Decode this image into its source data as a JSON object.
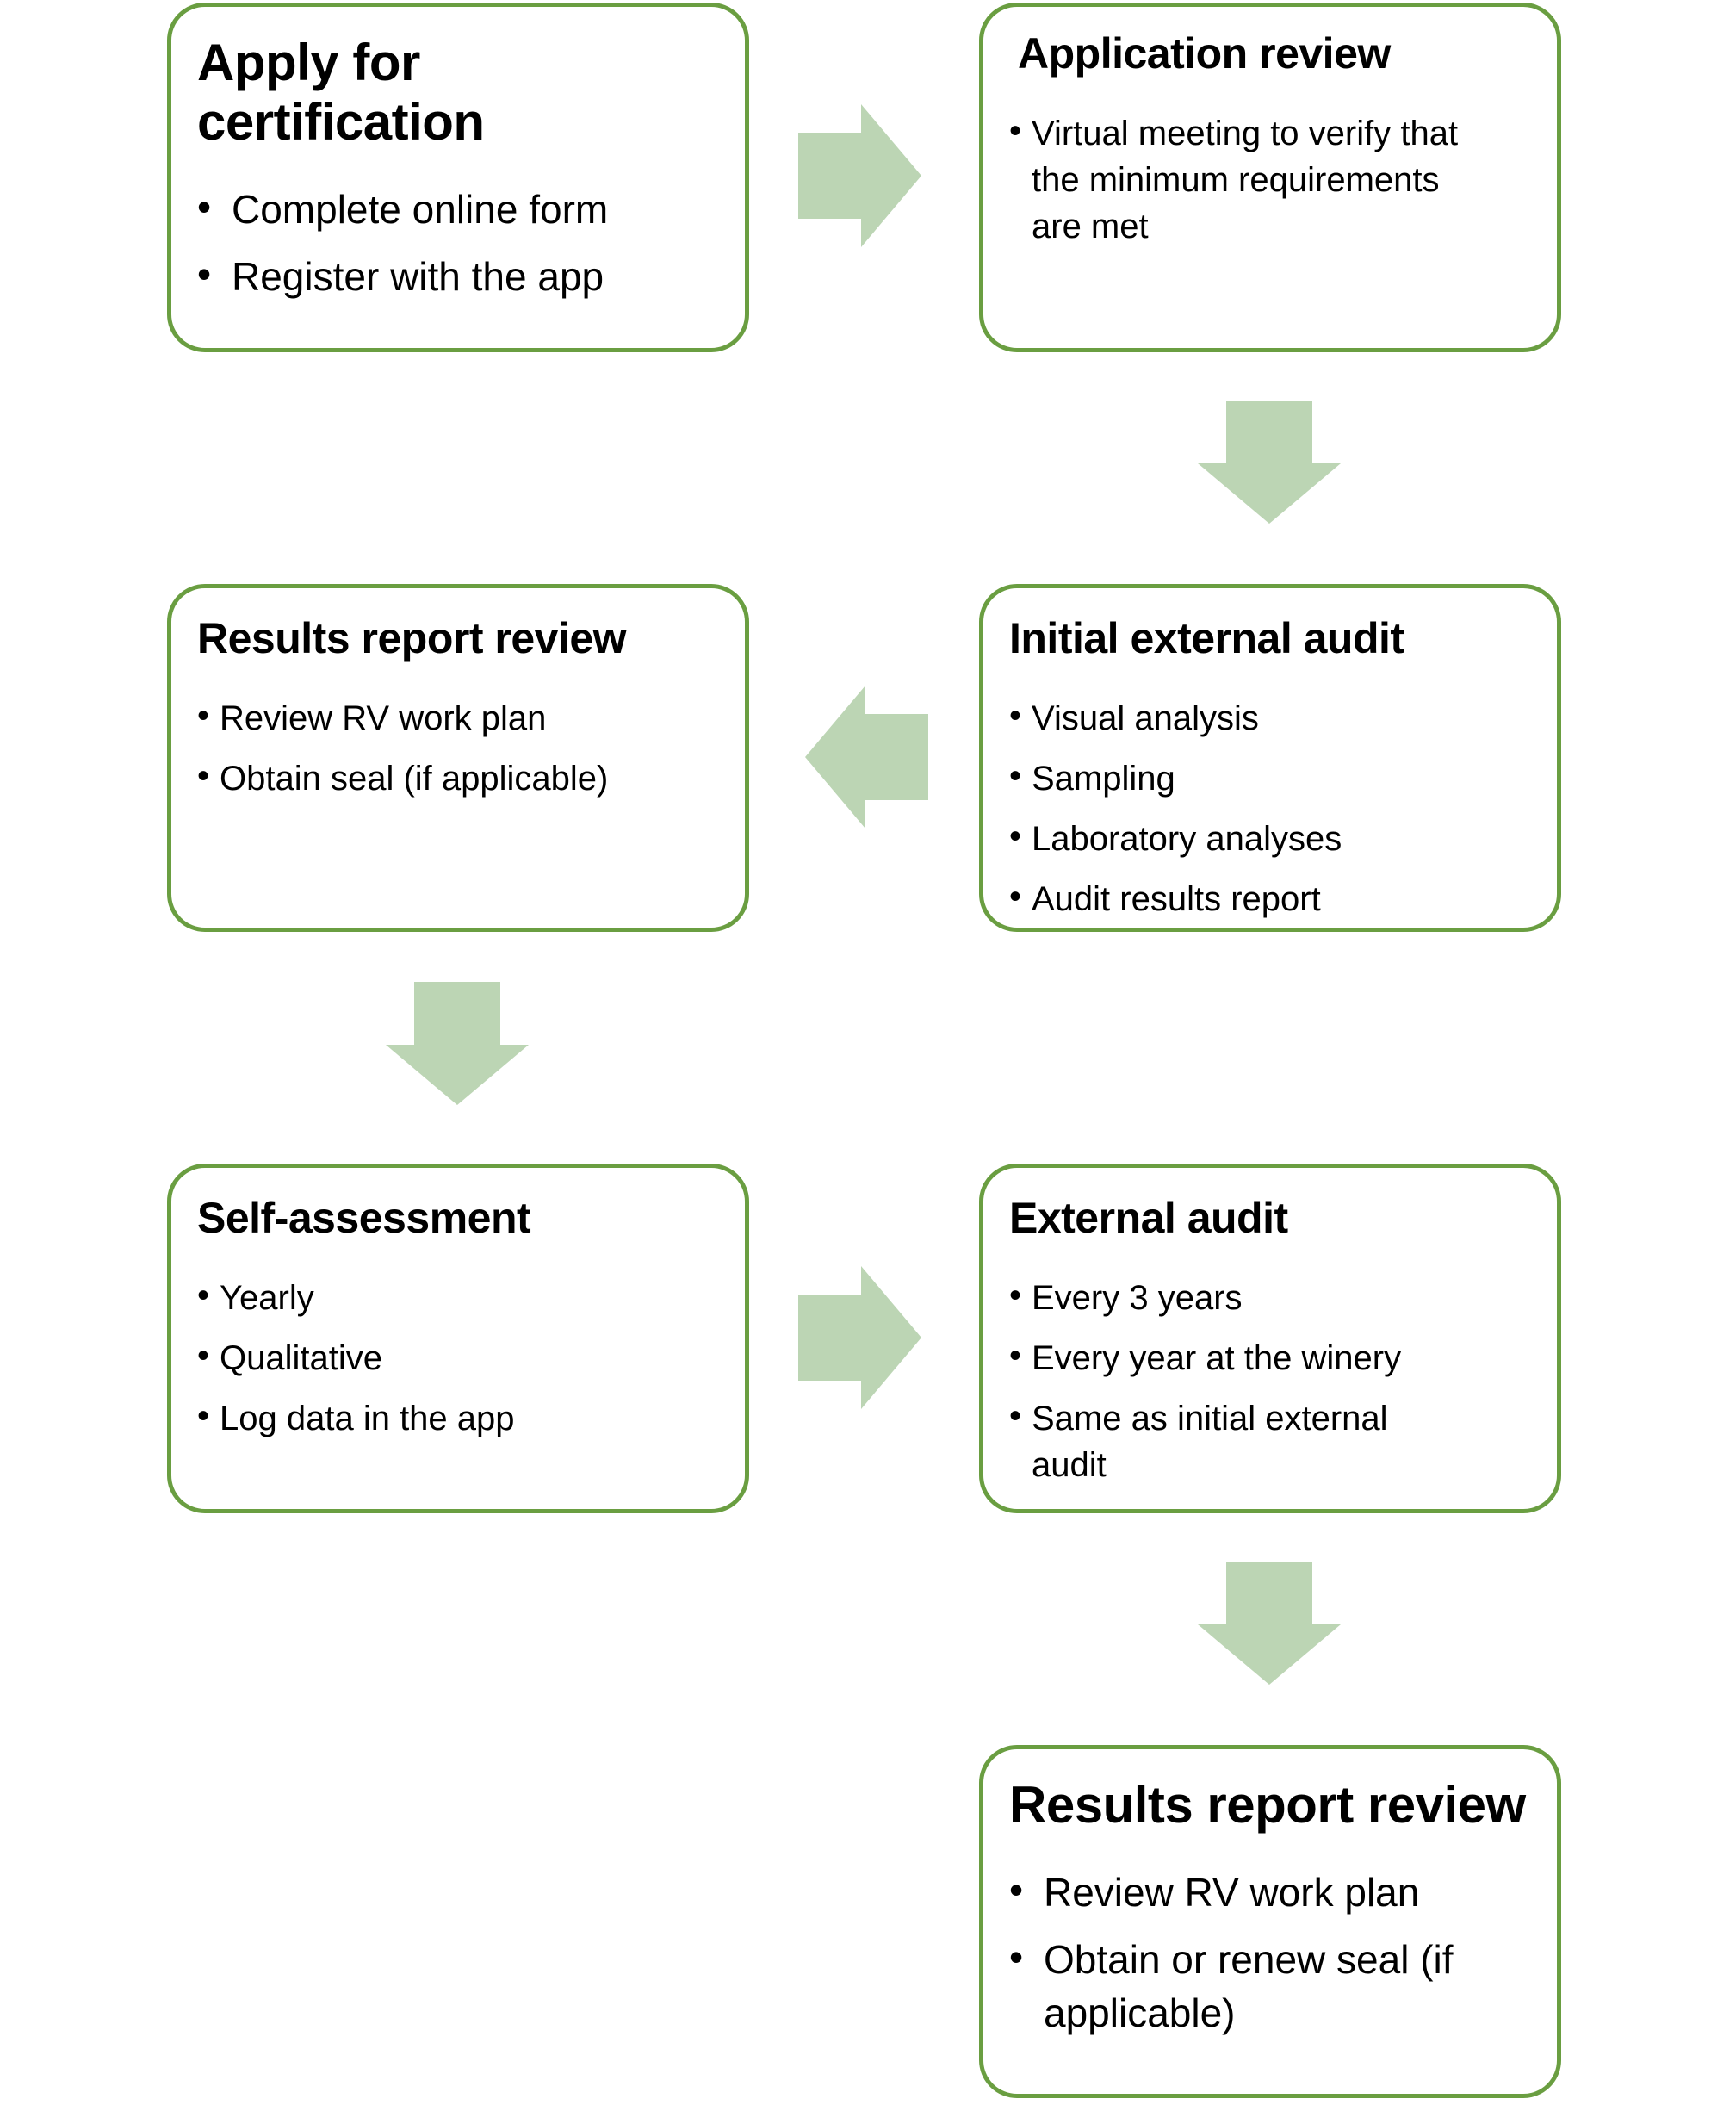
{
  "colors": {
    "border": "#6a9e41",
    "arrow": "#bcd5b4"
  },
  "steps": [
    {
      "title": "Apply for certification",
      "items": [
        "Complete online form",
        "Register with the app"
      ]
    },
    {
      "title": "Application review",
      "items": [
        "Virtual meeting to verify that the minimum requirements are met"
      ]
    },
    {
      "title": "Initial external audit",
      "items": [
        "Visual analysis",
        "Sampling",
        "Laboratory analyses",
        "Audit results report"
      ]
    },
    {
      "title": "Results report review",
      "items": [
        "Review RV work plan",
        "Obtain seal (if applicable)"
      ]
    },
    {
      "title": "Self-assessment",
      "items": [
        "Yearly",
        "Qualitative",
        "Log data in the app"
      ]
    },
    {
      "title": "External audit",
      "items": [
        "Every 3 years",
        "Every year at the winery",
        "Same as initial external audit"
      ]
    },
    {
      "title": "Results report review",
      "items": [
        "Review RV work plan",
        "Obtain or renew seal (if applicable)"
      ]
    }
  ]
}
